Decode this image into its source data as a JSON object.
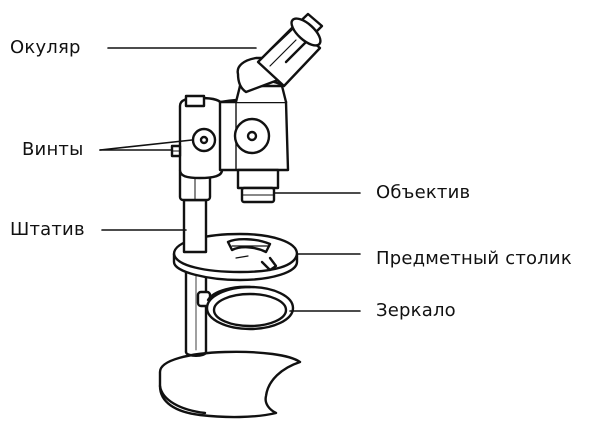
{
  "labels": {
    "eyepiece": "Окуляр",
    "screws": "Винты",
    "stand": "Штатив",
    "objective": "Объектив",
    "stage": "Предметный столик",
    "mirror": "Зеркало"
  },
  "colors": {
    "ink": "#111111",
    "paper": "#ffffff"
  }
}
